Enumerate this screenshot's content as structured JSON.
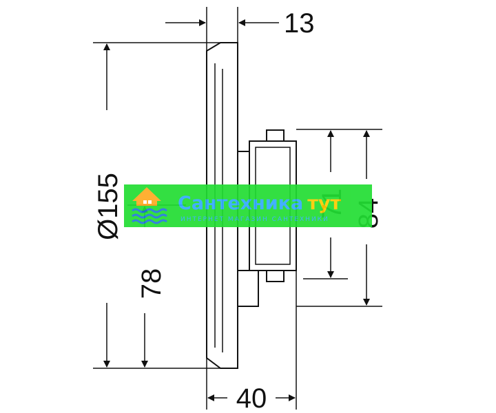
{
  "drawing": {
    "dimensions": {
      "depth_top": "13",
      "diameter": "Ø155",
      "center_height": "78",
      "depth_bottom": "40",
      "right_small": "71",
      "right_large": "84"
    }
  },
  "watermark": {
    "title_main": "Сантехника",
    "title_accent": "тут",
    "subtitle": "ИНТЕРНЕТ МАГАЗИН САНТЕХНИКИ",
    "colors": {
      "band": "#22dd33",
      "title": "#33aaff",
      "accent": "#ffcc00",
      "house": "#ffaa22",
      "waves": "#2277dd"
    },
    "icon": "house-waves-logo"
  }
}
